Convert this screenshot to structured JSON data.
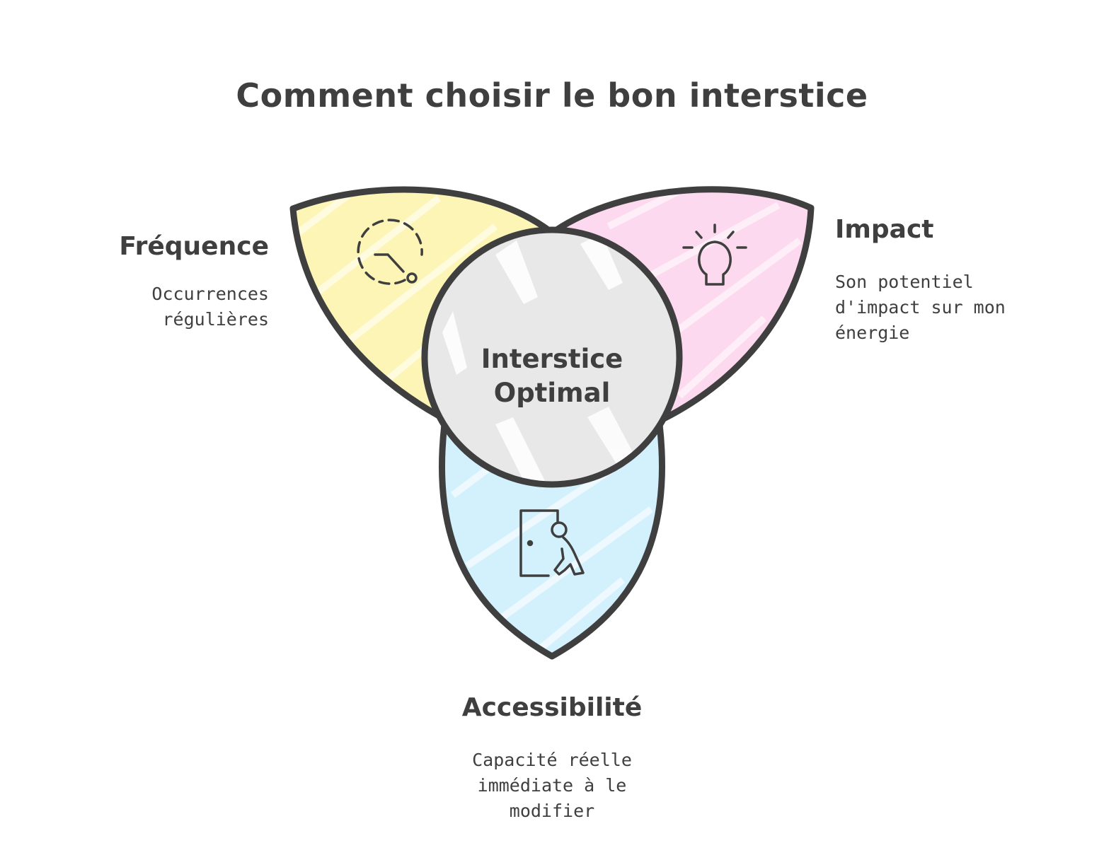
{
  "title": "Comment choisir le bon interstice",
  "center": {
    "line1": "Interstice",
    "line2": "Optimal"
  },
  "petals": {
    "frequence": {
      "title": "Fréquence",
      "desc": "Occurrences régulières",
      "color": "#fdf5b5",
      "icon": "clock-icon"
    },
    "impact": {
      "title": "Impact",
      "desc_line1": "Son potentiel",
      "desc_line2": "d'impact sur mon",
      "desc_line3": "énergie",
      "color": "#fcd9ee",
      "icon": "lightbulb-icon"
    },
    "accessibilite": {
      "title": "Accessibilité",
      "desc_line1": "Capacité réelle",
      "desc_line2": "immédiate à le",
      "desc_line3": "modifier",
      "color": "#d3f1fc",
      "icon": "person-exiting-door-icon"
    }
  },
  "colors": {
    "stroke": "#3f3f3f",
    "center_fill": "#e8e8e8"
  }
}
